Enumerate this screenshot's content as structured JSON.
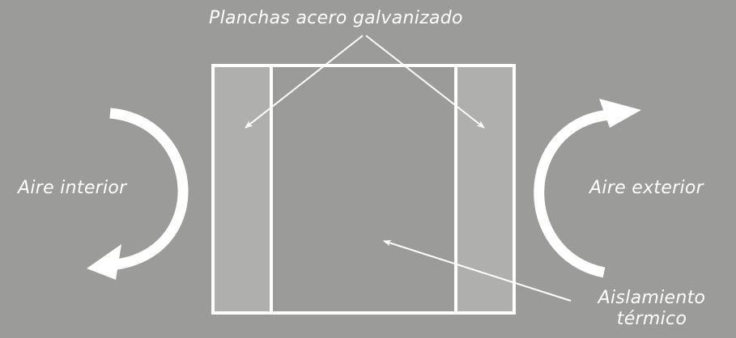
{
  "labels": {
    "planchas": "Planchas acero galvanizado",
    "aire_interior": "Aire interior",
    "aire_exterior": "Aire exterior",
    "aislamiento_line1": "Aislamiento",
    "aislamiento_line2": "térmico"
  },
  "colors": {
    "background": "#9b9b9a",
    "steel_panel": "#afafae",
    "insulation": "#9b9b9a",
    "stroke": "#ffffff"
  }
}
